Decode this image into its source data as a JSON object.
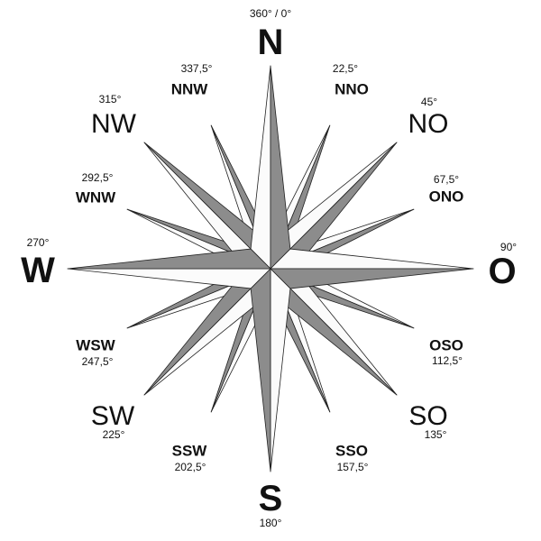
{
  "title": "Compass rose",
  "colors": {
    "shade": "#8c8c8c",
    "light": "#fbfbfb",
    "stroke": "#222222"
  },
  "directions": [
    {
      "name": "N",
      "degrees": "360° / 0°",
      "angle": 0
    },
    {
      "name": "NNO",
      "degrees": "22,5°",
      "angle": 22.5
    },
    {
      "name": "NO",
      "degrees": "45°",
      "angle": 45
    },
    {
      "name": "ONO",
      "degrees": "67,5°",
      "angle": 67.5
    },
    {
      "name": "O",
      "degrees": "90°",
      "angle": 90
    },
    {
      "name": "OSO",
      "degrees": "112,5°",
      "angle": 112.5
    },
    {
      "name": "SO",
      "degrees": "135°",
      "angle": 135
    },
    {
      "name": "SSO",
      "degrees": "157,5°",
      "angle": 157.5
    },
    {
      "name": "S",
      "degrees": "180°",
      "angle": 180
    },
    {
      "name": "SSW",
      "degrees": "202,5°",
      "angle": 202.5
    },
    {
      "name": "SW",
      "degrees": "225°",
      "angle": 225
    },
    {
      "name": "WSW",
      "degrees": "247,5°",
      "angle": 247.5
    },
    {
      "name": "W",
      "degrees": "270°",
      "angle": 270
    },
    {
      "name": "WNW",
      "degrees": "292,5°",
      "angle": 292.5
    },
    {
      "name": "NW",
      "degrees": "315°",
      "angle": 315
    },
    {
      "name": "NNW",
      "degrees": "337,5°",
      "angle": 337.5
    }
  ]
}
